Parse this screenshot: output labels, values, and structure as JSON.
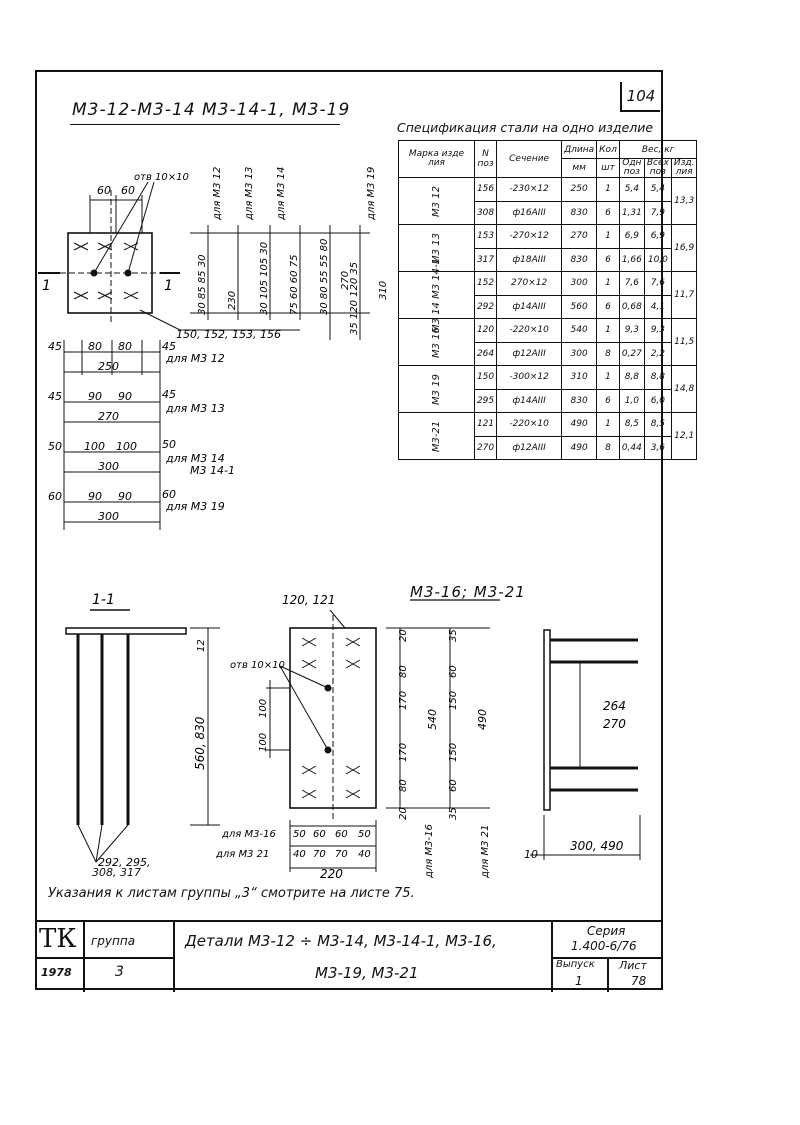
{
  "page_number": "104",
  "title": "М3-12-М3-14 М3-14-1, М3-19",
  "spec": {
    "caption": "Спецификация стали на одно изделие",
    "headers": {
      "mark": "Марка изде лия",
      "pos": "N поз",
      "section": "Сечение",
      "length": "Длина",
      "length_unit": "мм",
      "qty": "Кол",
      "qty_unit": "шт",
      "weight": "Вес, кг",
      "w_one": "Одн поз",
      "w_all": "Всех поз",
      "w_item": "Изд. лия"
    },
    "groups": [
      {
        "mark": "М3 12",
        "rows": [
          {
            "pos": "156",
            "section": "-230×12",
            "length": "250",
            "qty": "1",
            "w_one": "5,4",
            "w_all": "5,4"
          },
          {
            "pos": "308",
            "section": "ф16АIII",
            "length": "830",
            "qty": "6",
            "w_one": "1,31",
            "w_all": "7,9"
          }
        ],
        "total": "13,3"
      },
      {
        "mark": "М3 13",
        "rows": [
          {
            "pos": "153",
            "section": "-270×12",
            "length": "270",
            "qty": "1",
            "w_one": "6,9",
            "w_all": "6,9"
          },
          {
            "pos": "317",
            "section": "ф18АIII",
            "length": "830",
            "qty": "6",
            "w_one": "1,66",
            "w_all": "10,0"
          }
        ],
        "total": "16,9"
      },
      {
        "mark": "М3 14 М3 14-1",
        "rows": [
          {
            "pos": "152",
            "section": "270×12",
            "length": "300",
            "qty": "1",
            "w_one": "7,6",
            "w_all": "7,6"
          },
          {
            "pos": "292",
            "section": "ф14АIII",
            "length": "560",
            "qty": "6",
            "w_one": "0,68",
            "w_all": "4,1"
          }
        ],
        "total": "11,7"
      },
      {
        "mark": "М3 16",
        "rows": [
          {
            "pos": "120",
            "section": "-220×10",
            "length": "540",
            "qty": "1",
            "w_one": "9,3",
            "w_all": "9,3"
          },
          {
            "pos": "264",
            "section": "ф12АIII",
            "length": "300",
            "qty": "8",
            "w_one": "0,27",
            "w_all": "2,2"
          }
        ],
        "total": "11,5"
      },
      {
        "mark": "М3 19",
        "rows": [
          {
            "pos": "150",
            "section": "-300×12",
            "length": "310",
            "qty": "1",
            "w_one": "8,8",
            "w_all": "8,8"
          },
          {
            "pos": "295",
            "section": "ф14АIII",
            "length": "830",
            "qty": "6",
            "w_one": "1,0",
            "w_all": "6,0"
          }
        ],
        "total": "14,8"
      },
      {
        "mark": "М3-21",
        "rows": [
          {
            "pos": "121",
            "section": "-220×10",
            "length": "490",
            "qty": "1",
            "w_one": "8,5",
            "w_all": "8,5"
          },
          {
            "pos": "270",
            "section": "ф12АIII",
            "length": "490",
            "qty": "8",
            "w_one": "0,44",
            "w_all": "3,6"
          }
        ],
        "total": "12,1"
      }
    ]
  },
  "plan": {
    "hole_label": "отв 10×10",
    "dims_top": [
      "60",
      "60"
    ],
    "pos_label": "150, 152, 153, 156",
    "section_mark": "1",
    "vert_labels": [
      "для М3 12",
      "для М3 13",
      "для М3 14",
      "для М3 19"
    ],
    "vert_dims": [
      "30",
      "85",
      "85",
      "230",
      "30",
      "105",
      "105",
      "30",
      "75",
      "60",
      "60",
      "75",
      "30",
      "80",
      "55",
      "55",
      "80",
      "270",
      "35",
      "120",
      "120",
      "35",
      "310"
    ],
    "variants": [
      {
        "edge": "45",
        "inner": [
          "80",
          "80"
        ],
        "total": "250",
        "label": "для М3 12"
      },
      {
        "edge": "45",
        "inner": [
          "90",
          "90"
        ],
        "total": "270",
        "label": "для М3 13"
      },
      {
        "edge": "50",
        "inner": [
          "100",
          "100"
        ],
        "total": "300",
        "label": "для М3 14",
        "label2": "М3 14-1"
      },
      {
        "edge": "60",
        "inner": [
          "90",
          "90"
        ],
        "total": "300",
        "label": "для М3 19"
      }
    ]
  },
  "section_view": {
    "title": "1-1",
    "dim_top": "12",
    "dim_len": "560, 830",
    "pos": "292, 295,",
    "pos2": "308, 317"
  },
  "m316": {
    "title": "М3-16; М3-21",
    "pos": "120, 121",
    "hole_label": "отв 10×10",
    "dims_left": [
      "100",
      "100"
    ],
    "col1": [
      "20",
      "80",
      "170",
      "170",
      "80",
      "20"
    ],
    "col1_total": "540",
    "col2": [
      "35",
      "60",
      "150",
      "150",
      "60",
      "35"
    ],
    "col2_total": "490",
    "vlabel1": "для М3-16",
    "vlabel2": "для М3 21",
    "row1_label": "для М3-16",
    "row1": [
      "50",
      "60",
      "60",
      "50"
    ],
    "row2_label": "для М3 21",
    "row2": [
      "40",
      "70",
      "70",
      "40"
    ],
    "total": "220",
    "side_dim1": "264",
    "side_dim2": "270",
    "side_bottom": "300, 490",
    "side_edge": "10"
  },
  "note": "Указания к листам группы „3“ смотрите на листе 75.",
  "title_block": {
    "logo": "ТК",
    "group_label": "группа",
    "year": "1978",
    "group": "3",
    "name_line1": "Детали М3-12 ÷ М3-14, М3-14-1, М3-16,",
    "name_line2": "М3-19, М3-21",
    "series_label": "Серия",
    "series": "1.400-6/76",
    "issue_label": "Выпуск",
    "issue": "1",
    "sheet_label": "Лист",
    "sheet": "78"
  }
}
